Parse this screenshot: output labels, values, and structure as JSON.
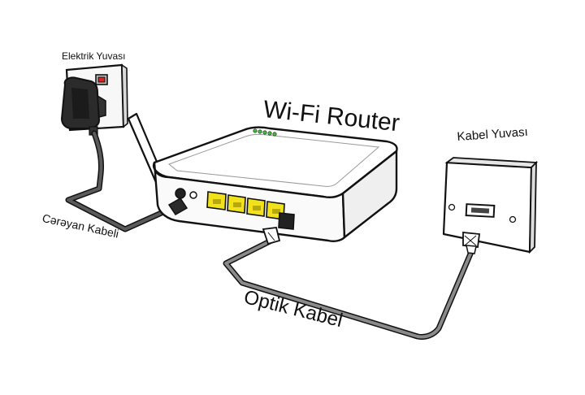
{
  "labels": {
    "power_socket": "Elektrik Yuvası",
    "router": "Wi-Fi Router",
    "cable_socket": "Kabel Yuvası",
    "power_cable": "Cərəyan Kabeli",
    "optic_cable": "Optik Kabel"
  },
  "colors": {
    "port_yellow": "#f2e21b",
    "led_green": "#3ec23e",
    "cable_gray": "#5a5a5a",
    "adapter_black": "#2b2b2b"
  },
  "icons": {
    "power_socket": "wall-power-socket-icon",
    "adapter": "power-adapter-icon",
    "router": "wifi-router-icon",
    "antenna": "antenna-icon",
    "wall_plate": "cable-wall-plate-icon"
  }
}
